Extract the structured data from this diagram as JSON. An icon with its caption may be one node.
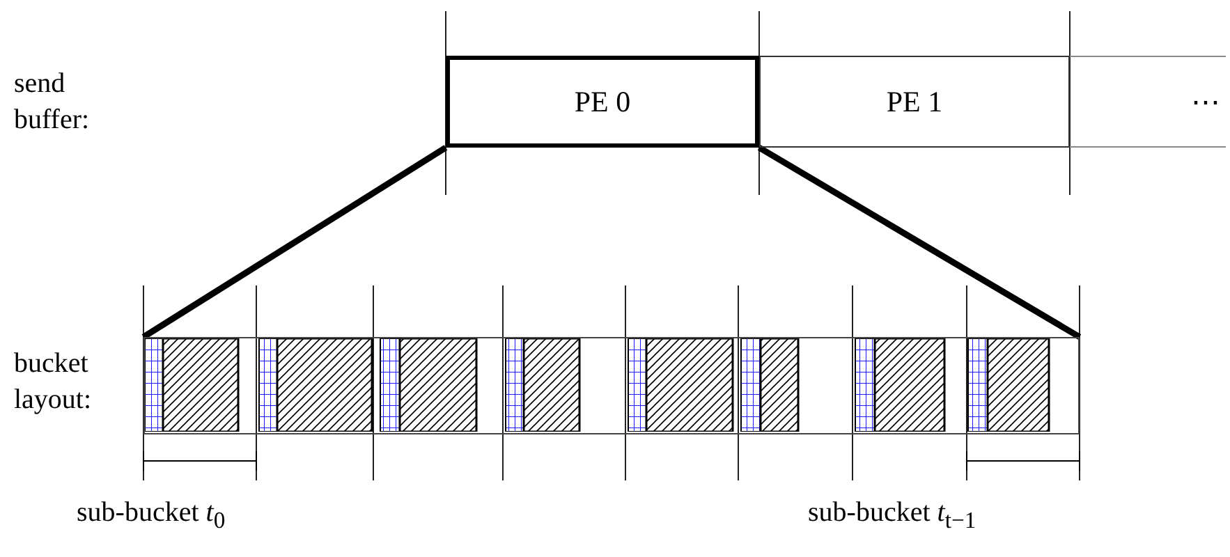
{
  "diagram": {
    "nodes": [
      {
        "text": [
          "PE 0"
        ]
      },
      {
        "text": [
          "PE 1"
        ]
      },
      {
        "text": [
          "⋯"
        ]
      },
      {
        "text": [],
        "shape": "bar"
      }
    ],
    "edges": [
      {
        "from": 0,
        "to": 3,
        "arrow": "none"
      }
    ],
    "labels": [
      "send buffer:",
      "bucket layout:",
      "sub-bucket *t*$_{0}$",
      "sub-bucket *t*$_{t−1}$"
    ]
  }
}
